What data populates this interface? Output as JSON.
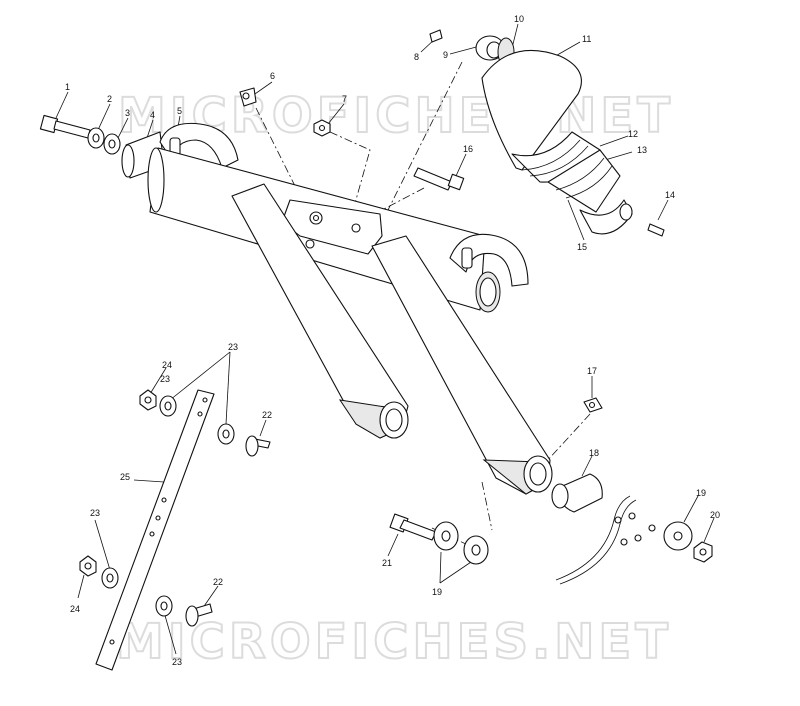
{
  "watermarks": [
    "MICROFICHES.NET",
    "MICROFICHES.NET"
  ],
  "callouts": [
    "1",
    "2",
    "3",
    "4",
    "5",
    "6",
    "7",
    "8",
    "9",
    "10",
    "11",
    "12",
    "13",
    "14",
    "15",
    "16",
    "17",
    "18",
    "19",
    "20",
    "21",
    "22",
    "23",
    "24",
    "25",
    "19",
    "22",
    "23",
    "23",
    "24",
    "23"
  ]
}
